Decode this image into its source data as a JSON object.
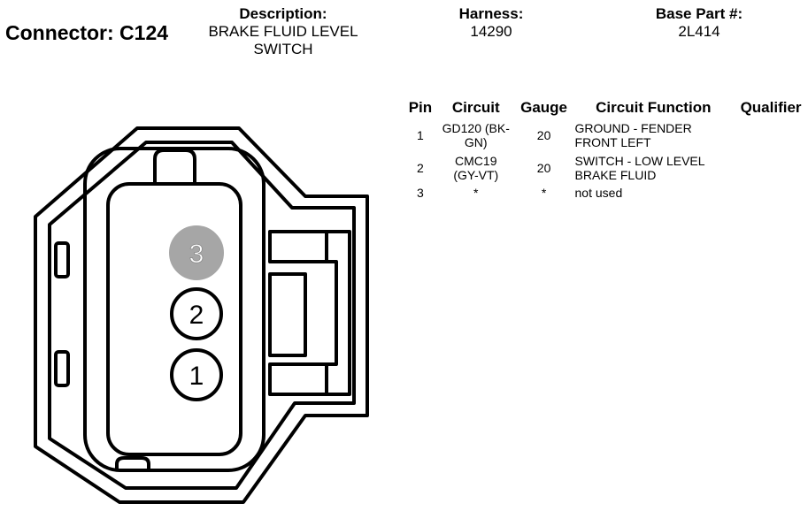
{
  "connector": {
    "label": "Connector: C124"
  },
  "header": {
    "description_label": "Description:",
    "description_line1": "BRAKE FLUID LEVEL",
    "description_line2": "SWITCH",
    "harness_label": "Harness:",
    "harness_value": "14290",
    "base_part_label": "Base Part #:",
    "base_part_value": "2L414"
  },
  "table": {
    "headers": [
      "Pin",
      "Circuit",
      "Gauge",
      "Circuit Function",
      "Qualifier"
    ],
    "rows": [
      {
        "pin": "1",
        "circuit_l1": "GD120 (BK-",
        "circuit_l2": "GN)",
        "gauge": "20",
        "function_l1": "GROUND - FENDER",
        "function_l2": "FRONT LEFT",
        "qualifier": ""
      },
      {
        "pin": "2",
        "circuit_l1": "CMC19",
        "circuit_l2": "(GY-VT)",
        "gauge": "20",
        "function_l1": "SWITCH - LOW LEVEL",
        "function_l2": "BRAKE FLUID",
        "qualifier": ""
      },
      {
        "pin": "3",
        "circuit_l1": "*",
        "circuit_l2": "",
        "gauge": "*",
        "function_l1": "not used",
        "function_l2": "",
        "qualifier": ""
      }
    ]
  },
  "diagram": {
    "pins": [
      {
        "label": "3",
        "state": "unused"
      },
      {
        "label": "2",
        "state": "used"
      },
      {
        "label": "1",
        "state": "used"
      }
    ],
    "colors": {
      "line": "#000000",
      "unused_pin_fill": "#a6a6a6",
      "unused_pin_text": "#ffffff"
    }
  }
}
